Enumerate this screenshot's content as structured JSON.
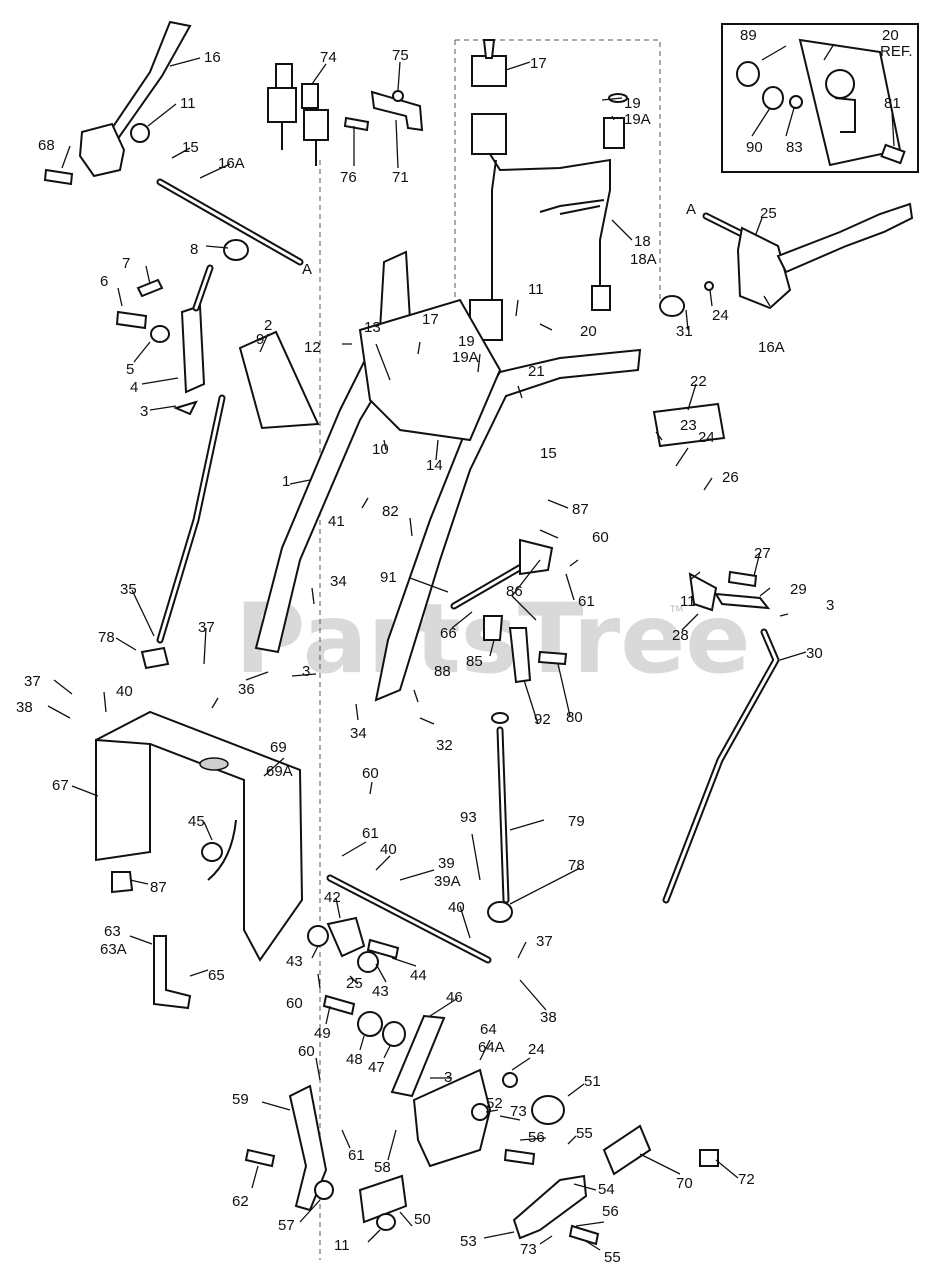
{
  "watermark": {
    "text": "PartsTree",
    "tm": "TM"
  },
  "labels": [
    {
      "id": "16-top",
      "text": "16"
    },
    {
      "id": "11-top",
      "text": "11"
    },
    {
      "id": "68",
      "text": "68"
    },
    {
      "id": "15-top",
      "text": "15"
    },
    {
      "id": "16A-top",
      "text": "16A"
    },
    {
      "id": "74",
      "text": "74"
    },
    {
      "id": "75",
      "text": "75"
    },
    {
      "id": "76",
      "text": "76"
    },
    {
      "id": "71",
      "text": "71"
    },
    {
      "id": "17-top",
      "text": "17"
    },
    {
      "id": "19-top",
      "text": "19"
    },
    {
      "id": "19A-top",
      "text": "19A"
    },
    {
      "id": "89",
      "text": "89"
    },
    {
      "id": "20-ref",
      "text": "20"
    },
    {
      "id": "ref",
      "text": "REF."
    },
    {
      "id": "81",
      "text": "81"
    },
    {
      "id": "90",
      "text": "90"
    },
    {
      "id": "83",
      "text": "83"
    },
    {
      "id": "A-right",
      "text": "A"
    },
    {
      "id": "25-top",
      "text": "25"
    },
    {
      "id": "18",
      "text": "18"
    },
    {
      "id": "18A",
      "text": "18A"
    },
    {
      "id": "8",
      "text": "8"
    },
    {
      "id": "A-left",
      "text": "A"
    },
    {
      "id": "7",
      "text": "7"
    },
    {
      "id": "6",
      "text": "6"
    },
    {
      "id": "11-mid",
      "text": "11"
    },
    {
      "id": "20-mid",
      "text": "20"
    },
    {
      "id": "31",
      "text": "31"
    },
    {
      "id": "24-top",
      "text": "24"
    },
    {
      "id": "16A-right",
      "text": "16A"
    },
    {
      "id": "2",
      "text": "2"
    },
    {
      "id": "13",
      "text": "13"
    },
    {
      "id": "17-mid",
      "text": "17"
    },
    {
      "id": "19-mid",
      "text": "19"
    },
    {
      "id": "19A-mid",
      "text": "19A"
    },
    {
      "id": "9",
      "text": "9"
    },
    {
      "id": "12",
      "text": "12"
    },
    {
      "id": "5",
      "text": "5"
    },
    {
      "id": "4",
      "text": "4"
    },
    {
      "id": "21",
      "text": "21"
    },
    {
      "id": "22",
      "text": "22"
    },
    {
      "id": "3-left",
      "text": "3"
    },
    {
      "id": "10",
      "text": "10"
    },
    {
      "id": "14",
      "text": "14"
    },
    {
      "id": "15-mid",
      "text": "15"
    },
    {
      "id": "23",
      "text": "23"
    },
    {
      "id": "24-mid",
      "text": "24"
    },
    {
      "id": "26",
      "text": "26"
    },
    {
      "id": "1",
      "text": "1"
    },
    {
      "id": "41",
      "text": "41"
    },
    {
      "id": "82",
      "text": "82"
    },
    {
      "id": "87-top",
      "text": "87"
    },
    {
      "id": "60-top",
      "text": "60"
    },
    {
      "id": "27",
      "text": "27"
    },
    {
      "id": "91",
      "text": "91"
    },
    {
      "id": "86",
      "text": "86"
    },
    {
      "id": "61-top",
      "text": "61"
    },
    {
      "id": "11-right",
      "text": "11"
    },
    {
      "id": "29",
      "text": "29"
    },
    {
      "id": "3-right",
      "text": "3"
    },
    {
      "id": "28",
      "text": "28"
    },
    {
      "id": "35",
      "text": "35"
    },
    {
      "id": "34-top",
      "text": "34"
    },
    {
      "id": "66",
      "text": "66"
    },
    {
      "id": "85",
      "text": "85"
    },
    {
      "id": "80",
      "text": "80"
    },
    {
      "id": "92",
      "text": "92"
    },
    {
      "id": "30",
      "text": "30"
    },
    {
      "id": "78-left",
      "text": "78"
    },
    {
      "id": "37-left",
      "text": "37"
    },
    {
      "id": "88",
      "text": "88"
    },
    {
      "id": "37-far",
      "text": "37"
    },
    {
      "id": "40-left",
      "text": "40"
    },
    {
      "id": "36",
      "text": "36"
    },
    {
      "id": "3-mid",
      "text": "3"
    },
    {
      "id": "38-left",
      "text": "38"
    },
    {
      "id": "34-mid",
      "text": "34"
    },
    {
      "id": "32",
      "text": "32"
    },
    {
      "id": "69",
      "text": "69"
    },
    {
      "id": "69A",
      "text": "69A"
    },
    {
      "id": "67",
      "text": "67"
    },
    {
      "id": "60-mid",
      "text": "60"
    },
    {
      "id": "79",
      "text": "79"
    },
    {
      "id": "45",
      "text": "45"
    },
    {
      "id": "93",
      "text": "93"
    },
    {
      "id": "61-mid",
      "text": "61"
    },
    {
      "id": "40-mid",
      "text": "40"
    },
    {
      "id": "39",
      "text": "39"
    },
    {
      "id": "39A",
      "text": "39A"
    },
    {
      "id": "78-right",
      "text": "78"
    },
    {
      "id": "87-bottom",
      "text": "87"
    },
    {
      "id": "42",
      "text": "42"
    },
    {
      "id": "40-right",
      "text": "40"
    },
    {
      "id": "37-right",
      "text": "37"
    },
    {
      "id": "63",
      "text": "63"
    },
    {
      "id": "63A",
      "text": "63A"
    },
    {
      "id": "43-left",
      "text": "43"
    },
    {
      "id": "44",
      "text": "44"
    },
    {
      "id": "65",
      "text": "65"
    },
    {
      "id": "60-low",
      "text": "60"
    },
    {
      "id": "25-low",
      "text": "25"
    },
    {
      "id": "43-right",
      "text": "43"
    },
    {
      "id": "38-right",
      "text": "38"
    },
    {
      "id": "46",
      "text": "46"
    },
    {
      "id": "49",
      "text": "49"
    },
    {
      "id": "48",
      "text": "48"
    },
    {
      "id": "47",
      "text": "47"
    },
    {
      "id": "64",
      "text": "64"
    },
    {
      "id": "64A",
      "text": "64A"
    },
    {
      "id": "24-low",
      "text": "24"
    },
    {
      "id": "60-bottom",
      "text": "60"
    },
    {
      "id": "51",
      "text": "51"
    },
    {
      "id": "3-low",
      "text": "3"
    },
    {
      "id": "52",
      "text": "52"
    },
    {
      "id": "73-top",
      "text": "73"
    },
    {
      "id": "59",
      "text": "59"
    },
    {
      "id": "56-top",
      "text": "56"
    },
    {
      "id": "55-top",
      "text": "55"
    },
    {
      "id": "61-low",
      "text": "61"
    },
    {
      "id": "58",
      "text": "58"
    },
    {
      "id": "70",
      "text": "70"
    },
    {
      "id": "72",
      "text": "72"
    },
    {
      "id": "62",
      "text": "62"
    },
    {
      "id": "54",
      "text": "54"
    },
    {
      "id": "57",
      "text": "57"
    },
    {
      "id": "50",
      "text": "50"
    },
    {
      "id": "56-low",
      "text": "56"
    },
    {
      "id": "11-bottom",
      "text": "11"
    },
    {
      "id": "53",
      "text": "53"
    },
    {
      "id": "73-low",
      "text": "73"
    },
    {
      "id": "55-low",
      "text": "55"
    }
  ]
}
